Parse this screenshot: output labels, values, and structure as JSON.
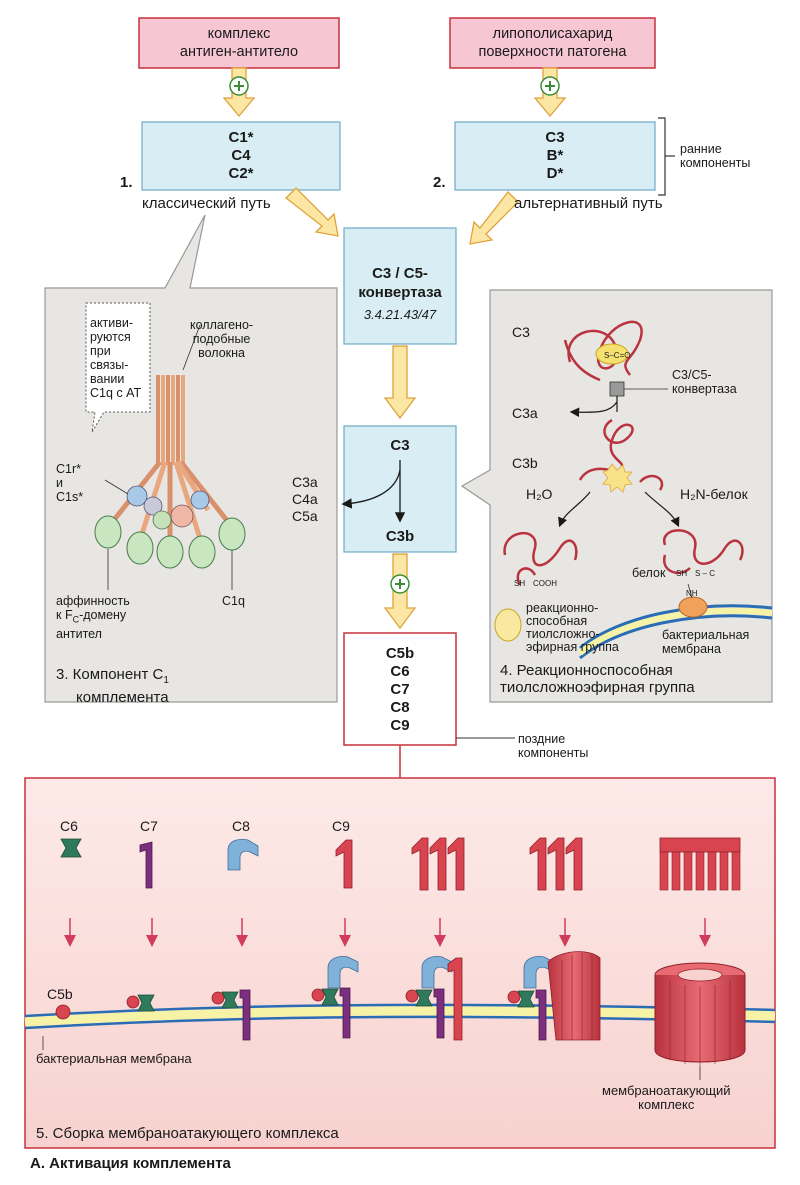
{
  "top": {
    "classical_trigger": "комплекс\nантиген-антитело",
    "alternative_trigger": "липополисахарид\nповерхности патогена",
    "plus": "+"
  },
  "classical": {
    "number": "1.",
    "components": "C1*\nC4\nC2*",
    "label": "классический путь"
  },
  "alternative": {
    "number": "2.",
    "components": "C3\nB*\nD*",
    "label": "альтернативный путь",
    "early_label": "ранние\nкомпоненты"
  },
  "convertase": {
    "title": "C3 / C5-\nконвертаза",
    "ec": "3.4.21.43/47"
  },
  "c3box": {
    "top": "C3",
    "bottom": "C3b",
    "released": "C3a\nC4a\nC5a"
  },
  "late_box": {
    "components": "C5b\nC6\nC7\nC8\nC9",
    "label": "поздние\nкомпоненты"
  },
  "panel3": {
    "activated": "активи-\nруются\nпри\nсвязы-\nвании\nC1q с АТ",
    "collagen": "коллагено-\nподобные\nволокна",
    "c1r_c1s": "C1r*\nи\nC1s*",
    "affinity_prefix": "аффинность\nк F",
    "affinity_sub": "C",
    "affinity_suffix": "-домену",
    "affinity_line3": "антител",
    "c1q": "C1q",
    "caption_prefix": "3. Компонент C",
    "caption_sub": "1",
    "caption_line2": "комплемента"
  },
  "panel4": {
    "c3": "C3",
    "convertase": "C3/C5-\nконвертаза",
    "c3a": "C3a",
    "c3b": "C3b",
    "h2o": "H₂O",
    "h2n_protein": "H₂N-белок",
    "protein": "белок",
    "reactive": "реакционно-\nспособная\nтиолсложно-\nэфирная группа",
    "membrane": "бактериальная\nмембрана",
    "sh": "SH",
    "cooh": "COOH",
    "s_c": "S – C",
    "nh": "NH",
    "caption": "4. Реакционноспособная\nтиолсложноэфирная группа"
  },
  "panel5": {
    "c6": "C6",
    "c7": "C7",
    "c8": "C8",
    "c9": "C9",
    "c5b": "C5b",
    "membrane": "бактериальная мембрана",
    "mac": "мембраноатакующий\nкомплекс",
    "caption": "5. Сборка мембраноатакующего комплекса"
  },
  "figure_caption": "А. Активация комплемента",
  "colors": {
    "pink_fill": "#f6c6d4",
    "blue_fill": "#d8eef4",
    "red_border": "#c8313c",
    "arrow_fill": "#fbe7a3",
    "arrow_stroke": "#e0a23c",
    "gray_panel": "#e8e6e3",
    "c6_color": "#2f7a5d",
    "c7_color": "#7b2f7e",
    "c8_color": "#7fb1d9",
    "c9_color": "#d84550",
    "fiber": "#b9343e"
  }
}
